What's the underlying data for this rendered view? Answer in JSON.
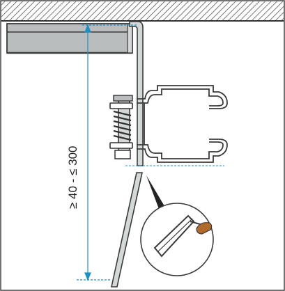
{
  "diagram": {
    "dimension_label": "≥ 40 - ≤ 300",
    "colors": {
      "outline": "#3a3a3a",
      "hatch": "#555555",
      "rail_fill": "#b9bdbe",
      "bracket_fill": "#d5d8d9",
      "spring": "#333333",
      "dimension": "#1e90c8",
      "background": "#ffffff"
    },
    "icons": [
      "ceiling-hatch",
      "ceiling-rail",
      "mounting-bracket",
      "spring-bolt",
      "hanger-profile",
      "threaded-rod",
      "hacksaw-icon"
    ]
  }
}
